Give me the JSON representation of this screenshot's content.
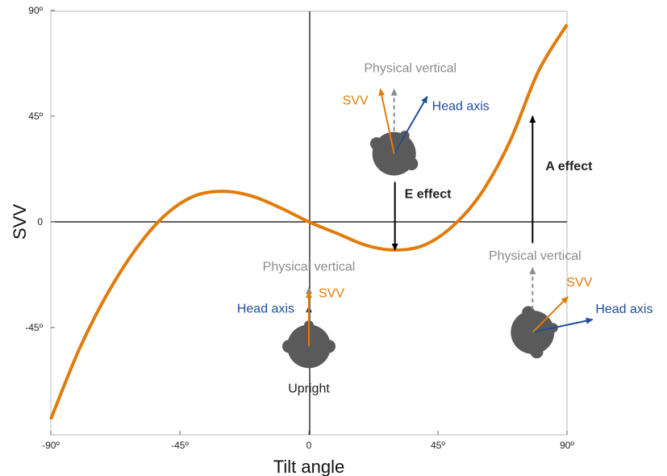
{
  "chart_data": {
    "type": "line",
    "xlabel": "Tilt angle",
    "ylabel": "SVV",
    "xlim": [
      -90,
      90
    ],
    "ylim": [
      -90,
      90
    ],
    "x_ticks": [
      -90,
      -45,
      0,
      45,
      90
    ],
    "y_ticks": [
      -45,
      0,
      45,
      90
    ],
    "x_tick_labels": [
      "-90º",
      "-45º",
      "0",
      "45º",
      "90º"
    ],
    "y_tick_labels": [
      "-45º",
      "0",
      "45º",
      "90º"
    ],
    "grid": false,
    "series": [
      {
        "color": "#E07B0C",
        "x": [
          -90,
          -80,
          -70,
          -60,
          -50,
          -40,
          -30,
          -20,
          -10,
          0,
          10,
          20,
          30,
          40,
          50,
          60,
          70,
          80,
          90
        ],
        "y": [
          -84,
          -54,
          -30,
          -11,
          3,
          11,
          13,
          11,
          6,
          0,
          -5,
          -10,
          -12,
          -10,
          -2,
          12,
          34,
          64,
          84
        ]
      }
    ],
    "annotations": {
      "upright": {
        "tilt": 0,
        "center_svv": -53,
        "labels": {
          "physical": "Physical vertical",
          "svv": "SVV",
          "head": "Head axis",
          "caption": "Upright"
        }
      },
      "e_effect": {
        "tilt": 30,
        "center_svv": 29,
        "labels": {
          "physical": "Physical vertical",
          "svv": "SVV",
          "head": "Head axis"
        },
        "arrow_label": "E effect",
        "arrow_from_svv": 17,
        "arrow_to_svv": -12
      },
      "a_effect": {
        "tilt": 78,
        "center_svv": -47,
        "labels": {
          "physical": "Physical vertical",
          "svv": "SVV",
          "head": "Head axis"
        },
        "arrow_label": "A effect",
        "arrow_from_svv": -9,
        "arrow_to_svv": 45
      }
    },
    "colors": {
      "curve": "#E07B0C",
      "svv_arrow": "#E07B0C",
      "head_arrow": "#1F4E96",
      "physical_arrow": "#8C8C8C",
      "head": "#5A5A5A",
      "effect_arrow": "#000000"
    }
  }
}
